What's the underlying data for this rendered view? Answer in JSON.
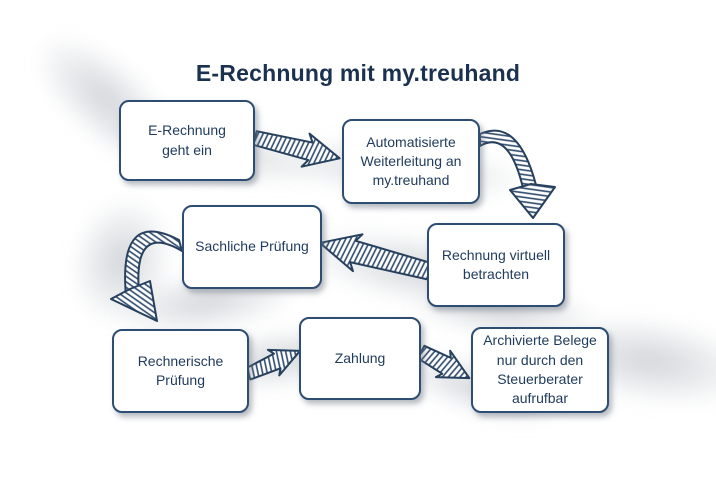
{
  "title": "E-Rechnung mit my.treuhand",
  "colors": {
    "navy_text": "#1e3a5c",
    "title": "#1b3150",
    "box_border": "#2e4d72",
    "arrow": "#26405e",
    "background": "#ffffff",
    "smudge_gray": "#949ca6"
  },
  "boxes": [
    {
      "id": "e-rechnung-geht-ein",
      "label": "E-Rechnung\ngeht ein"
    },
    {
      "id": "automatisierte-weiterleitung",
      "label": "Automatisierte\nWeiterleitung an\nmy.treuhand"
    },
    {
      "id": "sachliche-pruefung",
      "label": "Sachliche Prüfung"
    },
    {
      "id": "rechnung-virtuell-betrachten",
      "label": "Rechnung virtuell\nbetrachten"
    },
    {
      "id": "rechnerische-pruefung",
      "label": "Rechnerische\nPrüfung"
    },
    {
      "id": "zahlung",
      "label": "Zahlung"
    },
    {
      "id": "archivierte-belege",
      "label": "Archivierte Belege\nnur durch den\nSteuerberater\naufrufbar"
    }
  ],
  "flow": [
    {
      "from": "e-rechnung-geht-ein",
      "to": "automatisierte-weiterleitung",
      "style": "straight-right"
    },
    {
      "from": "automatisierte-weiterleitung",
      "to": "rechnung-virtuell-betrachten",
      "style": "curved-down"
    },
    {
      "from": "rechnung-virtuell-betrachten",
      "to": "sachliche-pruefung",
      "style": "straight-left"
    },
    {
      "from": "sachliche-pruefung",
      "to": "rechnerische-pruefung",
      "style": "curved-down"
    },
    {
      "from": "rechnerische-pruefung",
      "to": "zahlung",
      "style": "straight-right"
    },
    {
      "from": "zahlung",
      "to": "archivierte-belege",
      "style": "straight-right"
    }
  ]
}
